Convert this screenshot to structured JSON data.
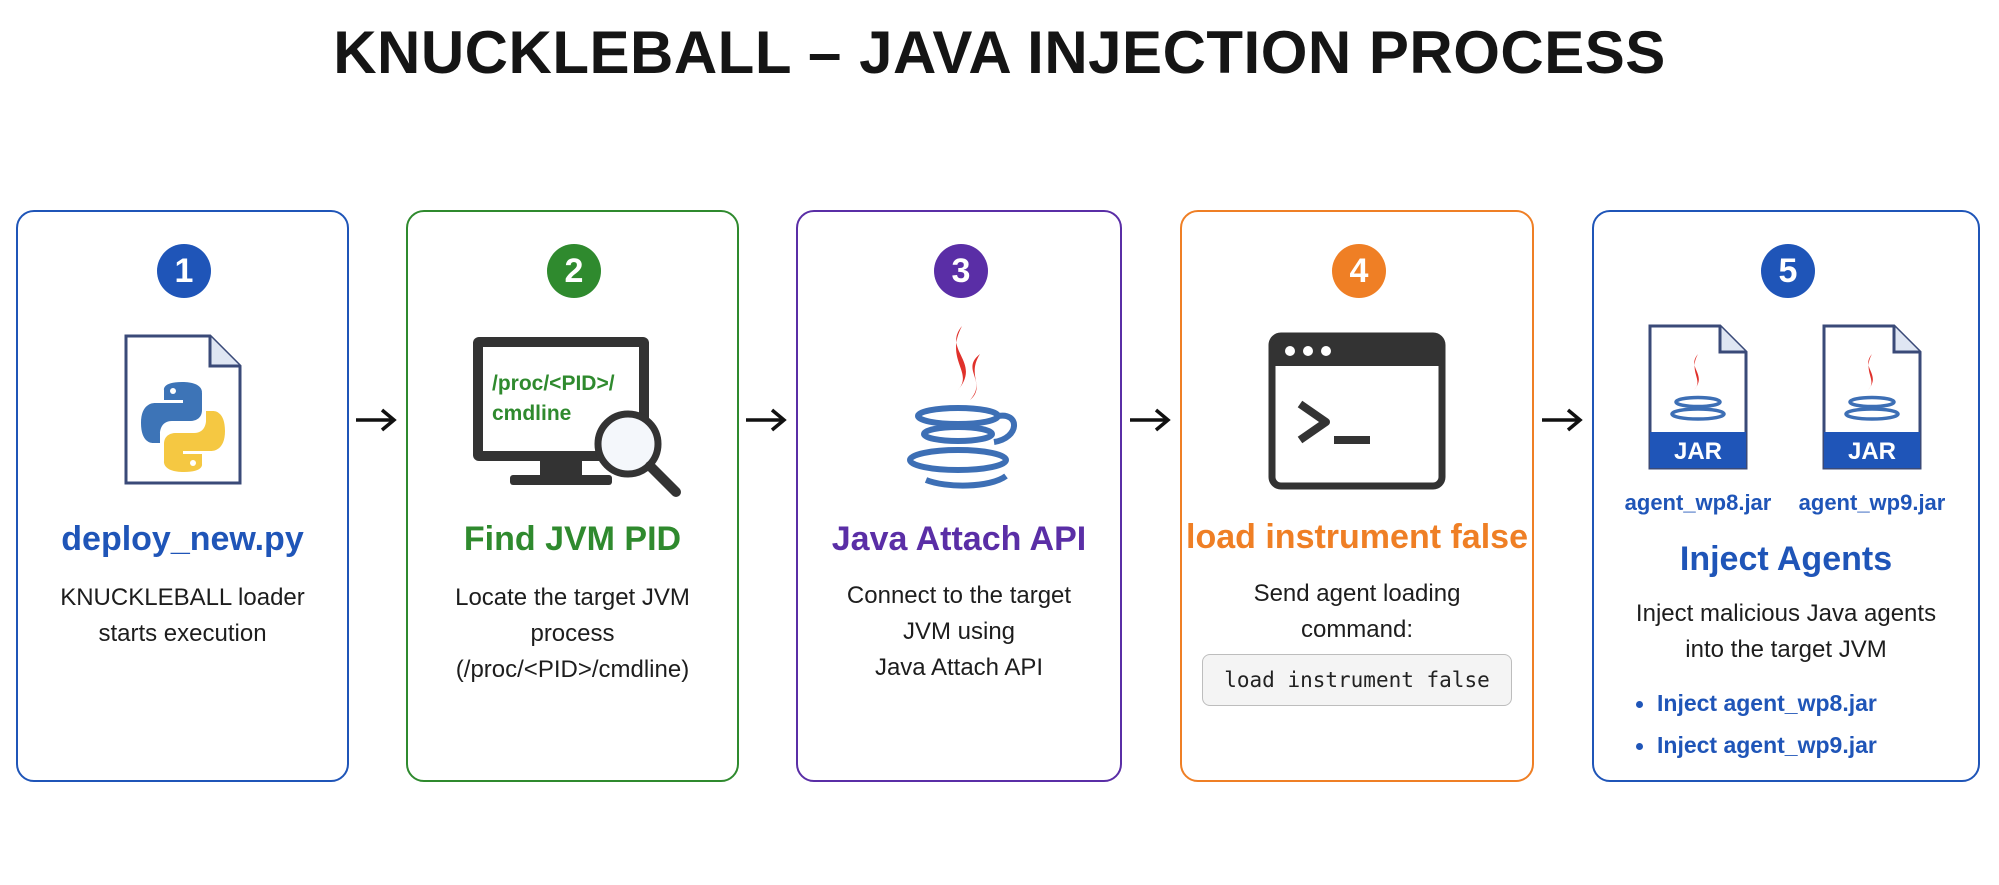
{
  "title": "KNUCKLEBALL – JAVA INJECTION PROCESS",
  "colors": {
    "blue": "#1f55b8",
    "green": "#2f8a2e",
    "purple": "#5a2ea6",
    "orange": "#ef7f25",
    "title": "#151515"
  },
  "steps": [
    {
      "number": "1",
      "title": "deploy_new.py",
      "description": "KNUCKLEBALL loader\nstarts execution",
      "icon": "python-file-icon"
    },
    {
      "number": "2",
      "title": "Find JVM PID",
      "description": "Locate the target JVM\nprocess\n(/proc/<PID>/cmdline)",
      "icon": "monitor-search-icon",
      "screen_text": [
        "/proc/<PID>/",
        "cmdline"
      ]
    },
    {
      "number": "3",
      "title": "Java Attach API",
      "description": "Connect to the target\nJVM using\nJava Attach API",
      "icon": "java-icon"
    },
    {
      "number": "4",
      "title": "load instrument false",
      "description": "Send agent loading\ncommand:",
      "icon": "terminal-icon",
      "command": "load instrument false"
    },
    {
      "number": "5",
      "title": "Inject Agents",
      "description": "Inject malicious Java agents\ninto the target JVM",
      "icon": "jar-file-icon",
      "jars": [
        {
          "badge": "JAR",
          "name": "agent_wp8.jar"
        },
        {
          "badge": "JAR",
          "name": "agent_wp9.jar"
        }
      ],
      "bullets": [
        "Inject agent_wp8.jar",
        "Inject agent_wp9.jar"
      ]
    }
  ]
}
